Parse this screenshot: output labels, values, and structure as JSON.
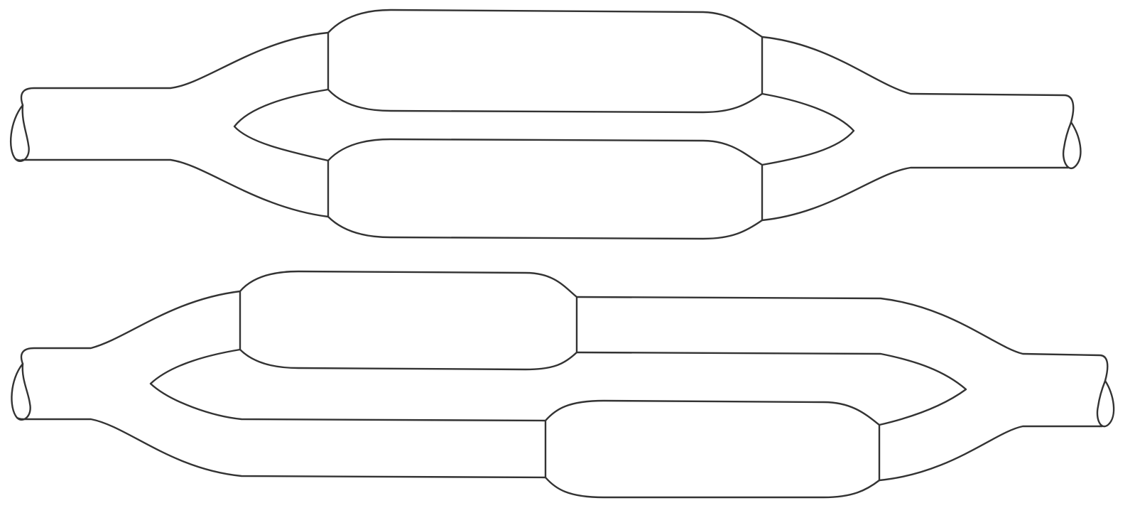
{
  "colors": {
    "background": "#ffffff",
    "line": "#333333"
  },
  "figure": {
    "figures": [
      {
        "name": "symmetric-loop",
        "branches": 2,
        "elements": [
          "broken-pipe-left",
          "parallel-branch-upper",
          "parallel-branch-lower",
          "broken-pipe-right"
        ]
      },
      {
        "name": "offset-loop",
        "branches": 2,
        "elements": [
          "broken-pipe-left",
          "parallel-branch-upper",
          "parallel-branch-lower",
          "broken-pipe-right"
        ]
      }
    ]
  }
}
